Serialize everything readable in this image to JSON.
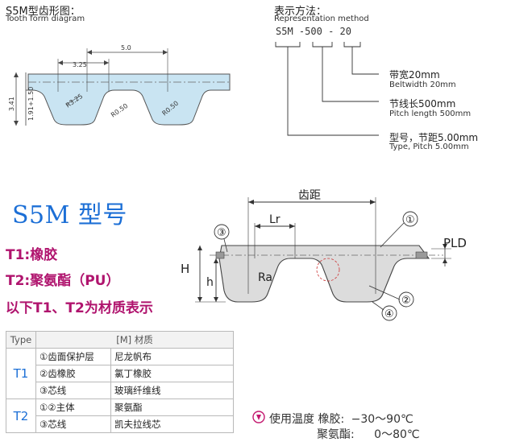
{
  "tooth_form": {
    "title": "S5M型齿形图：",
    "subtitle": "Tooth form diagram",
    "dims": {
      "pitch": "5.0",
      "width": "3.25",
      "height_total": "3.41",
      "height_parts": "1.91+1.50",
      "r1": "R3.25",
      "r2": "R0.50",
      "r3": "R0.50"
    }
  },
  "representation": {
    "title": "表示方法：",
    "subtitle": "Representation method",
    "code": {
      "type": "S5M",
      "pitch_length": "-500",
      "width": "-  20"
    },
    "notes": [
      {
        "cn": "带宽20mm",
        "en": "Beltwidth 20mm"
      },
      {
        "cn": "节线长500mm",
        "en": "Pitch length 500mm"
      },
      {
        "cn": "型号，节距5.00mm",
        "en": "Type, Pitch 5.00mm"
      }
    ]
  },
  "heading": "S5M 型号",
  "materials_lines": [
    "T1:橡胶",
    "T2:聚氨酯（PU）",
    "以下T1、T2为材质表示"
  ],
  "belt_diagram": {
    "pitch_label": "齿距",
    "labels": {
      "lr": "Lr",
      "ra": "Ra",
      "pld": "PLD",
      "h": "H",
      "h_small": "h"
    },
    "callouts": [
      "①",
      "②",
      "③",
      "④"
    ]
  },
  "table": {
    "header": {
      "type": "Type",
      "material": "[M] 材质"
    },
    "groups": [
      {
        "type": "T1",
        "rows": [
          {
            "part": "①齿面保护层",
            "material": "尼龙帆布"
          },
          {
            "part": "②齿橡胶",
            "material": "氯丁橡胶"
          },
          {
            "part": "③芯线",
            "material": "玻璃纤维线"
          }
        ]
      },
      {
        "type": "T2",
        "rows": [
          {
            "part": "①②主体",
            "material": "聚氨酯"
          },
          {
            "part": "③芯线",
            "material": "凯夫拉线芯"
          }
        ]
      }
    ]
  },
  "temperature": {
    "icon": "thermometer-icon",
    "label": "使用温度",
    "rubber_label": "橡胶:",
    "rubber_range": "−30～90℃",
    "pu_label": "聚氨酯:",
    "pu_range": "0～80℃"
  }
}
